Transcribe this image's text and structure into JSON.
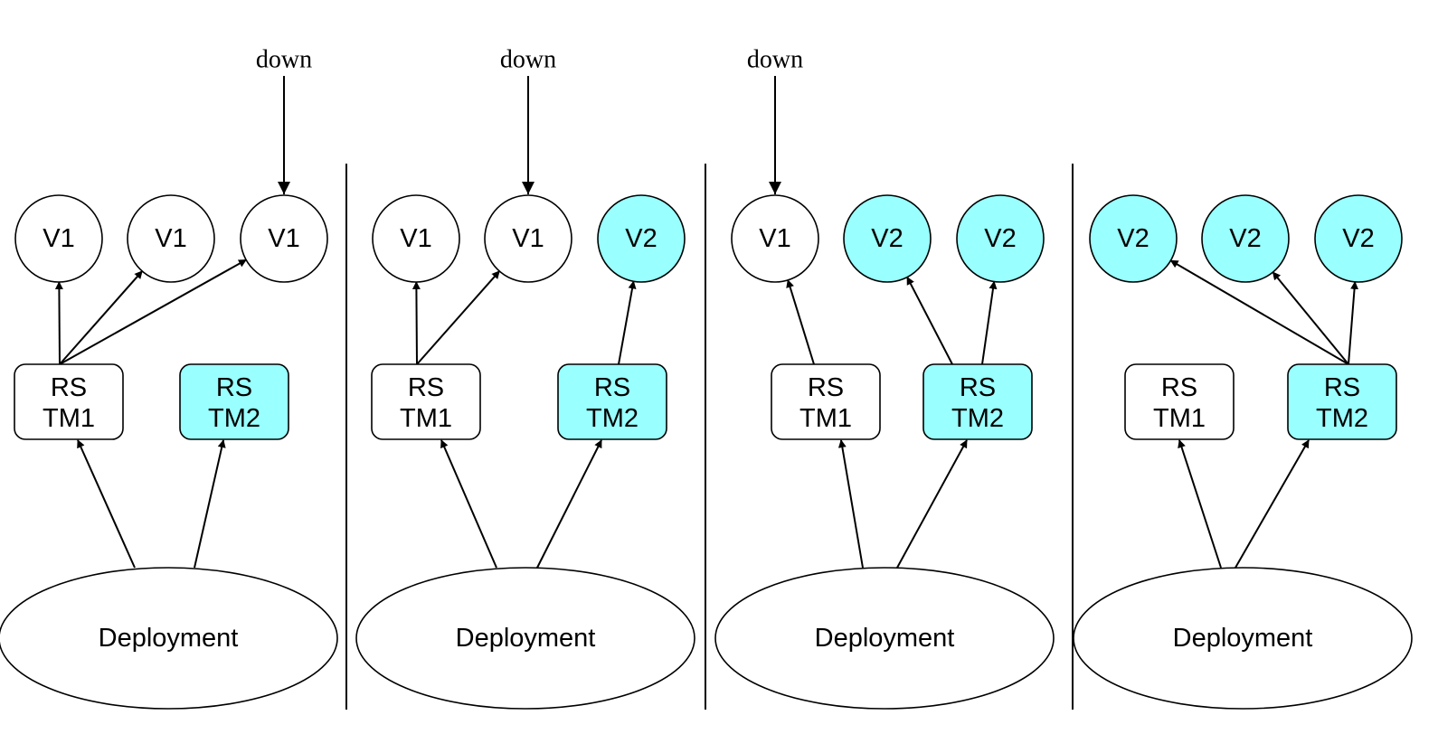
{
  "colors": {
    "old": "#ffffff",
    "new": "#99ffff",
    "stroke": "#000000"
  },
  "down_label": "down",
  "deployment_label": "Deployment",
  "replicaset_labels": {
    "tm1": [
      "RS",
      "TM1"
    ],
    "tm2": [
      "RS",
      "TM2"
    ]
  },
  "stages": [
    {
      "pods": [
        "V1",
        "V1",
        "V1"
      ],
      "rs2_new": true,
      "down_target": 2
    },
    {
      "pods": [
        "V1",
        "V1",
        "V2"
      ],
      "rs2_new": true,
      "down_target": 1
    },
    {
      "pods": [
        "V1",
        "V2",
        "V2"
      ],
      "rs2_new": true,
      "down_target": 0
    },
    {
      "pods": [
        "V2",
        "V2",
        "V2"
      ],
      "rs2_new": true,
      "down_target": null
    }
  ]
}
